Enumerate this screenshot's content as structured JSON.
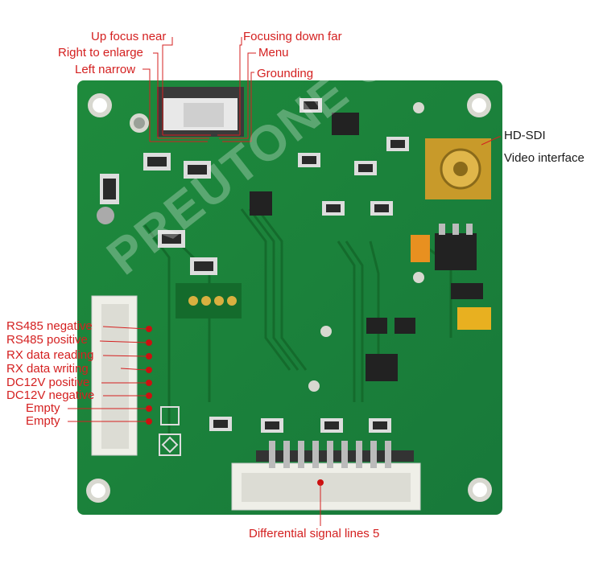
{
  "callouts": {
    "up_focus_near": "Up focus near",
    "right_to_enlarge": "Right to enlarge",
    "left_narrow": "Left narrow",
    "focusing_down_far": "Focusing down far",
    "menu": "Menu",
    "grounding": "Grounding",
    "hd_sdi": "HD-SDI",
    "video_interface": "Video interface",
    "rs485_negative": "RS485 negative",
    "rs485_positive": "RS485 positive",
    "rx_data_reading": "RX data reading",
    "rx_data_writing": "RX data writing",
    "dc12v_positive": "DC12V positive",
    "dc12v_negative": "DC12V negative",
    "empty_1": "Empty",
    "empty_2": "Empty",
    "differential_signal": "Differential signal lines 5"
  },
  "watermark": "PREUTONE CO.,LTD",
  "colors": {
    "pcb": "#1f8a3c",
    "pcb_dark": "#146b2c",
    "label_red": "#d42020",
    "leader": "#d42020",
    "gold": "#c89a2a"
  }
}
